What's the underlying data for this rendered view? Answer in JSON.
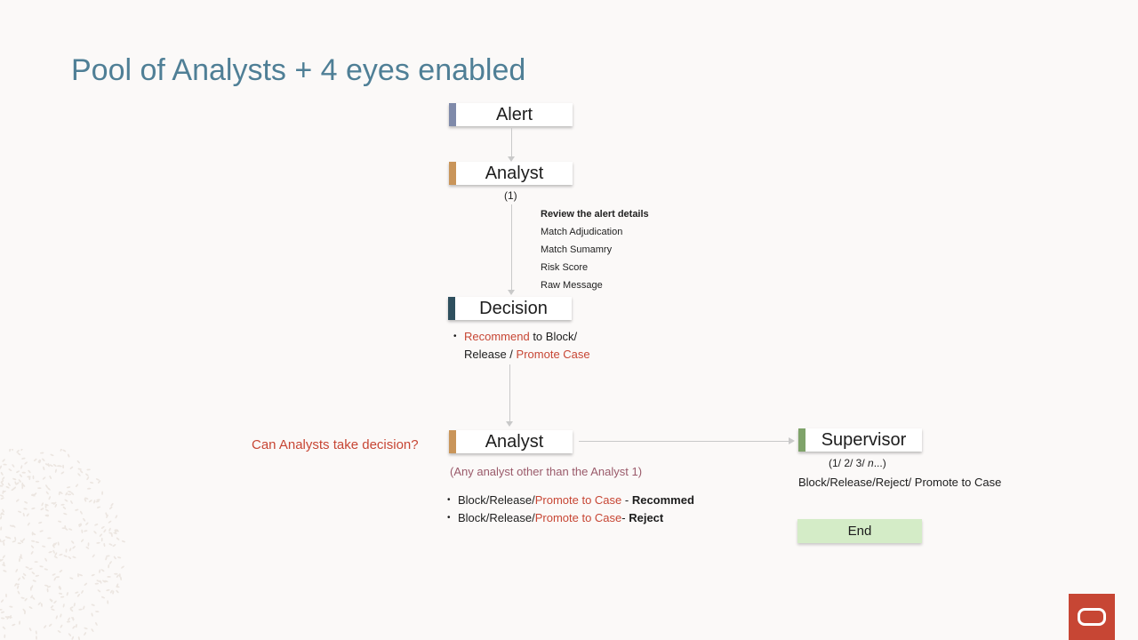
{
  "title": "Pool of Analysts + 4 eyes enabled",
  "nodes": {
    "alert": "Alert",
    "analyst1": "Analyst",
    "analyst1_note": "(1)",
    "decision": "Decision",
    "analyst2": "Analyst",
    "supervisor": "Supervisor",
    "end": "End"
  },
  "review": {
    "heading": "Review the alert details",
    "items": [
      "Match Adjudication",
      "Match Sumamry",
      "Risk Score",
      "Raw Message"
    ]
  },
  "decision_text": {
    "recommend": "Recommend",
    "to_block": " to Block/",
    "release": "Release / ",
    "promote": "Promote Case"
  },
  "question": "Can Analysts take decision?",
  "analyst2_note": "(Any analyst other than the Analyst 1)",
  "analyst2_options": [
    {
      "prefix": "Block/Release/",
      "promote": "Promote to Case",
      "sep": " - ",
      "bold": "Recommed"
    },
    {
      "prefix": "Block/Release/",
      "promote": "Promote to Case",
      "sep": "- ",
      "bold": "Reject"
    }
  ],
  "supervisor_levels": {
    "prefix": "(1/ 2/ 3/ ",
    "italic": "n",
    "suffix": "...)"
  },
  "supervisor_actions": "Block/Release/Reject/ Promote to Case",
  "colors": {
    "alert_bar": "#7f8aaa",
    "analyst_bar": "#c9955a",
    "decision_bar": "#2e4f5e",
    "supervisor_bar": "#7fa36a",
    "accent_red": "#c74634"
  },
  "icons": {
    "logo": "oracle-logo-icon"
  }
}
